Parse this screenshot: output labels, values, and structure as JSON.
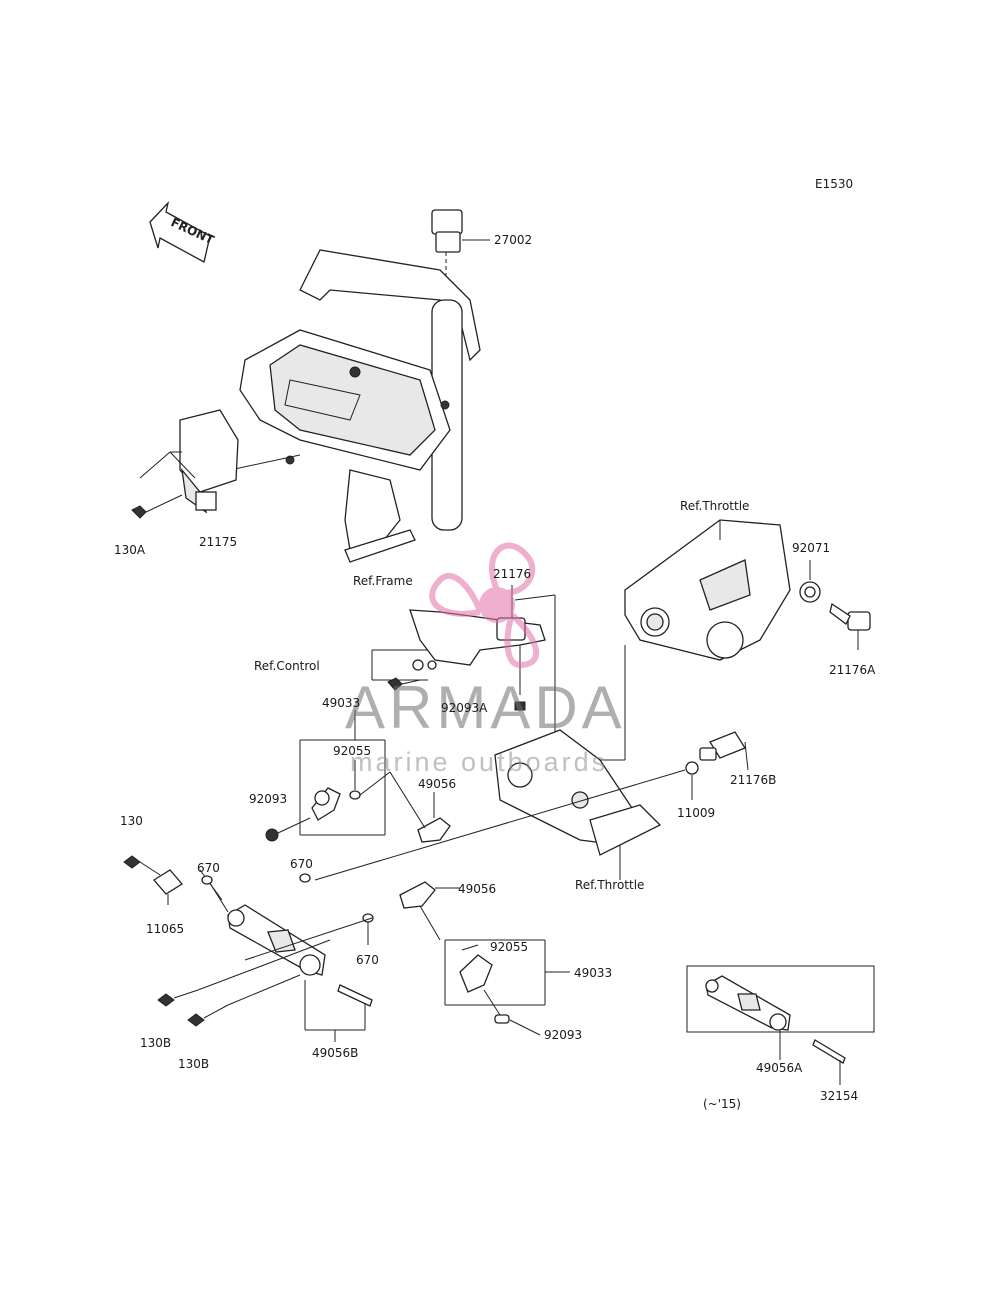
{
  "diagram_code": "E1530",
  "front_label": "FRONT",
  "watermark": {
    "brand": "ARMADA",
    "tagline": "marine outboards",
    "color": "#e9a3c6"
  },
  "labels": {
    "p27002": "27002",
    "ref_throttle_top": "Ref.Throttle",
    "p92071": "92071",
    "p21176": "21176",
    "p21176A": "21176A",
    "p130A": "130A",
    "p21175": "21175",
    "ref_frame": "Ref.Frame",
    "ref_control": "Ref.Control",
    "p49033_top": "49033",
    "p92055_top": "92055",
    "p92093A": "92093A",
    "p92093_left": "92093",
    "p49056_top": "49056",
    "p21176B": "21176B",
    "p11009": "11009",
    "ref_throttle_bottom": "Ref.Throttle",
    "p130": "130",
    "p670_a": "670",
    "p670_b": "670",
    "p11065": "11065",
    "p49056_mid": "49056",
    "p670_c": "670",
    "p92055_bottom": "92055",
    "p49033_bottom": "49033",
    "p130B_a": "130B",
    "p130B_b": "130B",
    "p49056B": "49056B",
    "p92093_bottom": "92093",
    "p49056A": "49056A",
    "p32154": "32154",
    "inset_note": "(~'15)"
  }
}
